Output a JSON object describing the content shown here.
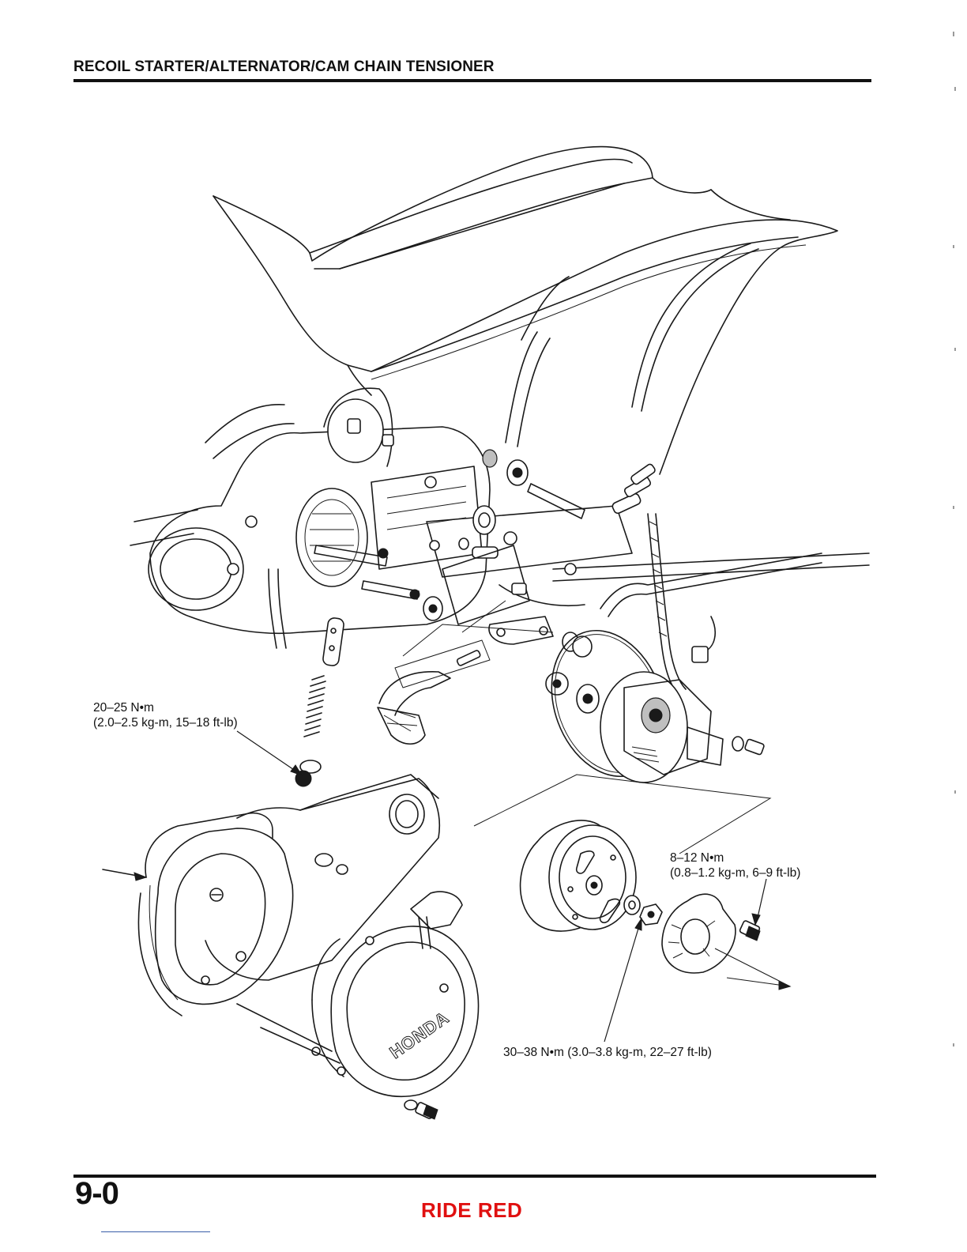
{
  "header": {
    "title": "RECOIL STARTER/ALTERNATOR/CAM CHAIN TENSIONER"
  },
  "torque_labels": {
    "tensioner_bolt_line1": "20–25 N•m",
    "tensioner_bolt_line2": "(2.0–2.5 kg-m, 15–18 ft-lb)",
    "rotor_plate_bolt_line1": "8–12 N•m",
    "rotor_plate_bolt_line2": "(0.8–1.2 kg-m, 6–9 ft-lb)",
    "flywheel_nut": "30–38 N•m (3.0–3.8 kg-m, 22–27 ft-lb)"
  },
  "cover_logo": "HONDA",
  "footer": {
    "page_number": "9-0",
    "brand": "RIDE RED"
  }
}
